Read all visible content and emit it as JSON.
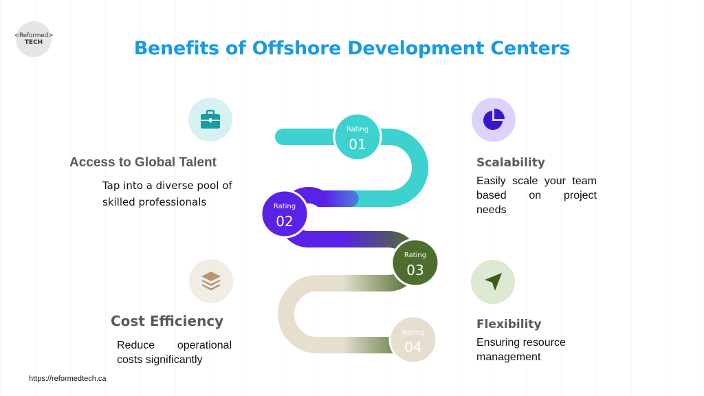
{
  "logo": {
    "line1": "<Reformed>",
    "line2": "TECH"
  },
  "title": "Benefits of Offshore Development Centers",
  "ratings": [
    {
      "label": "Rating",
      "number": "01",
      "color": "#3dd2cf"
    },
    {
      "label": "Rating",
      "number": "02",
      "color": "#5a22e6"
    },
    {
      "label": "Rating",
      "number": "03",
      "color": "#4e6e2f"
    },
    {
      "label": "Rating",
      "number": "04",
      "color": "#e6dfcf"
    }
  ],
  "benefits": {
    "talent": {
      "heading": "Access to Global Talent",
      "desc_line1": "Tap into a diverse pool of",
      "desc_line2": "skilled professionals",
      "icon": "briefcase-icon"
    },
    "scalability": {
      "heading": "Scalability",
      "desc_line1": "Easily scale your team",
      "desc_line2": "based on project",
      "desc_line3": "needs",
      "icon": "pie-chart-icon"
    },
    "cost": {
      "heading": "Cost Efficiency",
      "desc_line1": "Reduce operational",
      "desc_line2": "costs significantly",
      "icon": "layers-icon"
    },
    "flexibility": {
      "heading": "Flexibility",
      "desc_line1": "Ensuring resource",
      "desc_line2": "management",
      "icon": "send-arrow-icon"
    }
  },
  "footer": {
    "url": "https://reformedtech.ca"
  },
  "colors": {
    "title": "#1a9be0",
    "teal": "#3dd2cf",
    "purple": "#5a22e6",
    "green": "#4e6e2f",
    "beige": "#e6dfcf"
  }
}
